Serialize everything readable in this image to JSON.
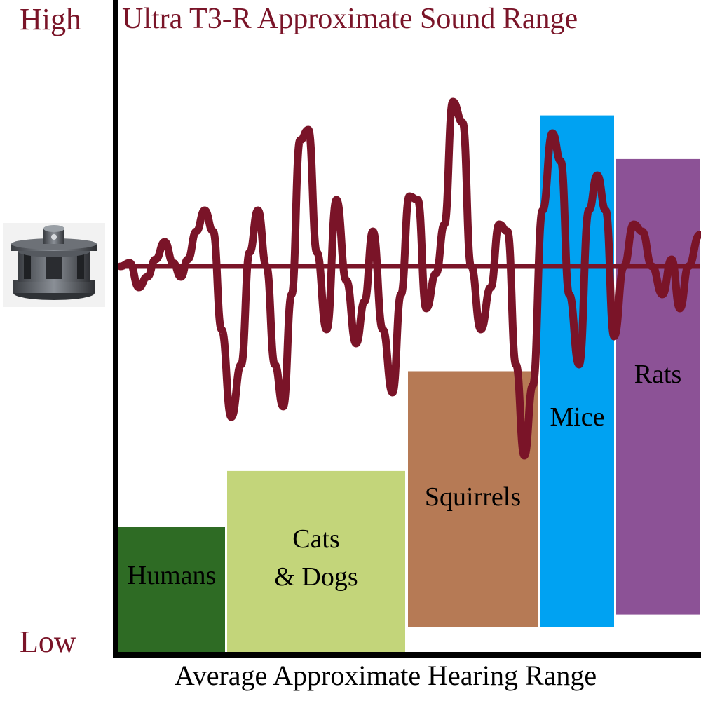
{
  "chart_data": {
    "type": "bar",
    "title": "Ultra T3-R Approximate Sound Range",
    "xlabel": "Average Approximate Hearing Range",
    "ylabel": "",
    "y_top_label": "High",
    "y_bottom_label": "Low",
    "ylim": [
      0,
      100
    ],
    "categories": [
      "Humans",
      "Cats & Dogs",
      "Squirrels",
      "Mice",
      "Rats"
    ],
    "category_label_lines": [
      [
        "Humans"
      ],
      [
        "Cats",
        "& Dogs"
      ],
      [
        "Squirrels"
      ],
      [
        "Mice"
      ],
      [
        "Rats"
      ]
    ],
    "ranges": [
      {
        "low": 0,
        "high": 20
      },
      {
        "low": 0,
        "high": 29
      },
      {
        "low": 4,
        "high": 45
      },
      {
        "low": 4,
        "high": 86
      },
      {
        "low": 6,
        "high": 79
      }
    ],
    "colors": [
      "#2e6b24",
      "#c3d57a",
      "#b67a55",
      "#00a2f2",
      "#8c5296"
    ],
    "wave_color": "#7a1428",
    "grid": false,
    "legend": "none"
  },
  "icons": {
    "device": "ultrasonic-repeller-device-icon"
  }
}
